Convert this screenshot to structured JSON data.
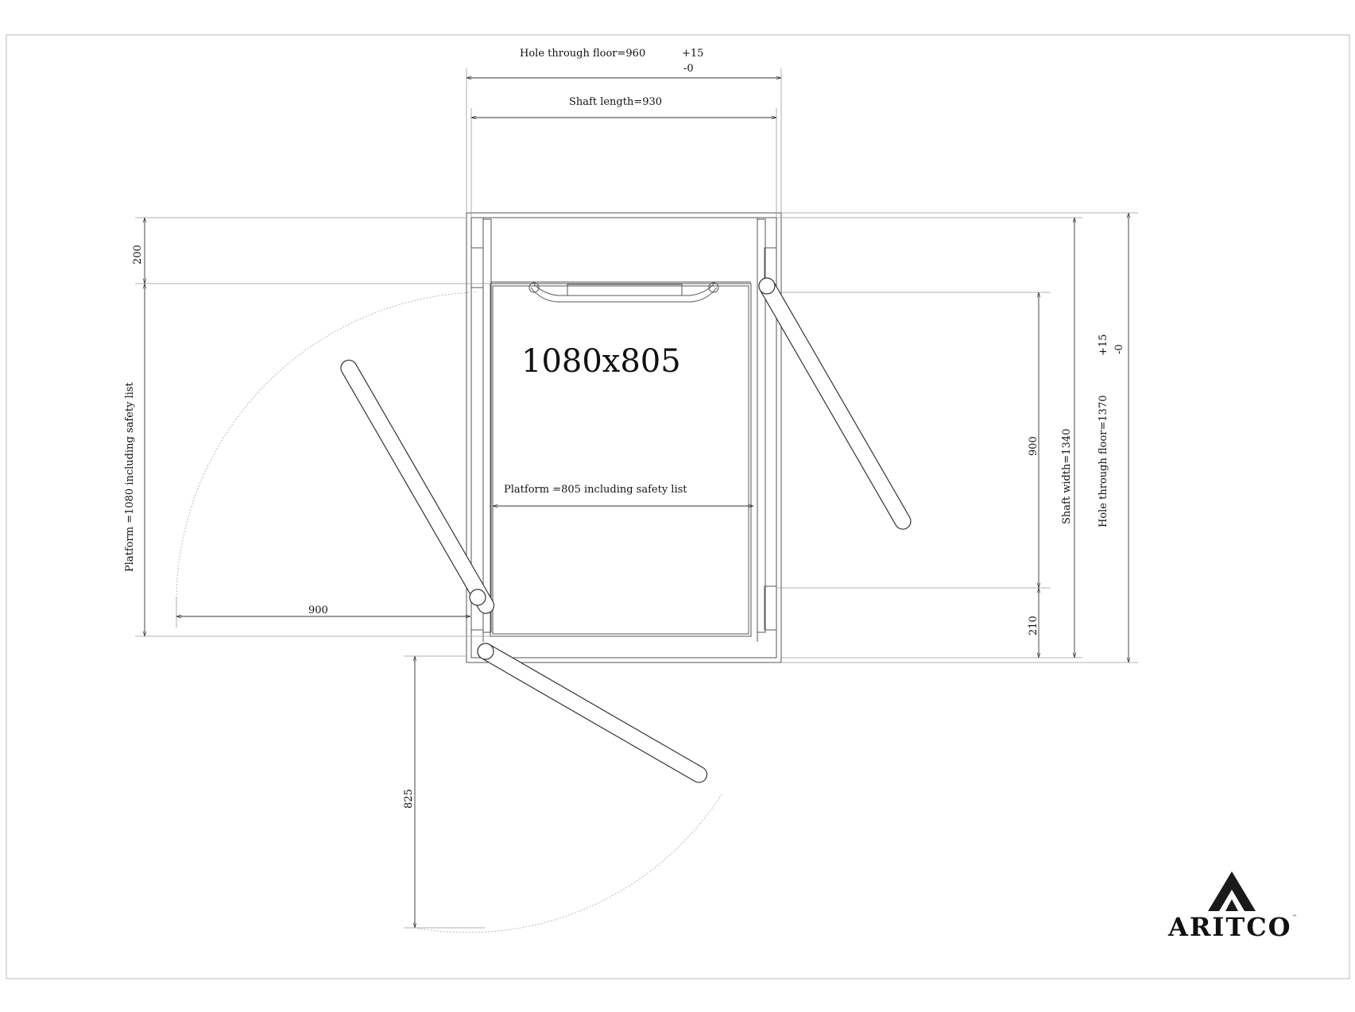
{
  "dimensions": {
    "hole_through_floor_length": "Hole through floor=960",
    "tol_plus_top": "+15",
    "tol_minus_top": "-0",
    "shaft_length": "Shaft length=930",
    "platform_size": "1080x805",
    "platform_width": "Platform =805 including safety list",
    "platform_length": "Platform =1080 including safety list",
    "dim_200": "200",
    "dim_900_left": "900",
    "dim_900_right": "900",
    "dim_210": "210",
    "shaft_width": "Shaft width=1340",
    "hole_through_floor_width": "Hole through floor=1370",
    "tol_plus_right": "+15",
    "tol_minus_right": "-0",
    "dim_825": "825"
  },
  "logo": {
    "text": "ARITCO",
    "trademark": "™"
  }
}
